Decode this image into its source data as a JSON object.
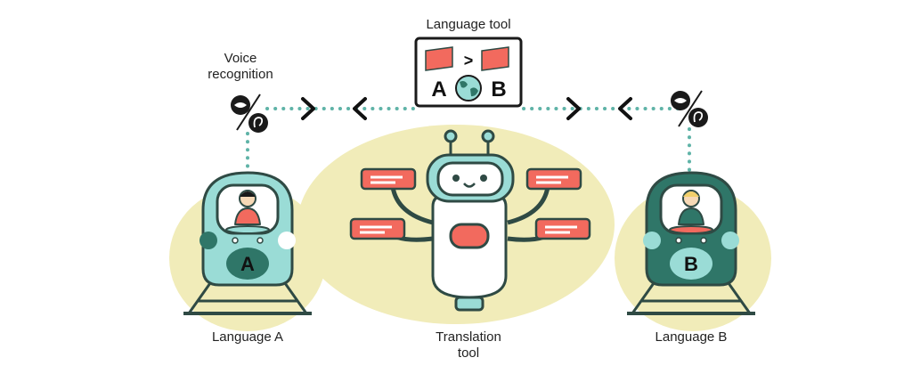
{
  "labels": {
    "language_tool": "Language tool",
    "voice_recognition_1": "Voice",
    "voice_recognition_2": "recognition",
    "language_a": "Language A",
    "language_b": "Language B",
    "translation_tool_1": "Translation",
    "translation_tool_2": "tool"
  },
  "letters": {
    "a": "A",
    "b": "B",
    "arrow": ">"
  },
  "colors": {
    "background_blob": "#f1ecb9",
    "teal": "#9adcd6",
    "dark_teal": "#2f7668",
    "outline": "#2f4a44",
    "coral": "#f26a5e",
    "dots": "#5fb3a7"
  }
}
